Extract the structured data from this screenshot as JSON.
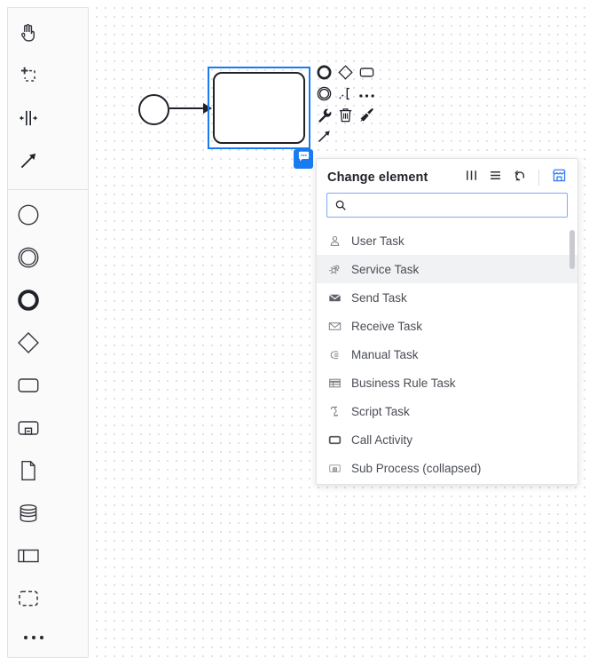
{
  "palette": {
    "name": "bpmn-palette",
    "tools": [
      {
        "label": "Activate the hand tool",
        "icon": "hand-tool-icon"
      },
      {
        "label": "Activate the lasso tool",
        "icon": "lasso-tool-icon"
      },
      {
        "label": "Activate the create/remove space tool",
        "icon": "space-tool-icon"
      },
      {
        "label": "Activate the global connect tool",
        "icon": "connect-tool-icon"
      }
    ],
    "elements": [
      {
        "label": "Create StartEvent",
        "icon": "start-event-icon"
      },
      {
        "label": "Create Intermediate/Boundary Event",
        "icon": "intermediate-event-icon"
      },
      {
        "label": "Create EndEvent",
        "icon": "end-event-icon"
      },
      {
        "label": "Create Gateway",
        "icon": "gateway-icon"
      },
      {
        "label": "Create Task",
        "icon": "task-icon"
      },
      {
        "label": "Create expanded SubProcess",
        "icon": "subprocess-expanded-icon"
      },
      {
        "label": "Create DataObjectReference",
        "icon": "data-object-icon"
      },
      {
        "label": "Create DataStoreReference",
        "icon": "data-store-icon"
      },
      {
        "label": "Create Pool/Participant",
        "icon": "participant-icon"
      },
      {
        "label": "Create Group",
        "icon": "group-icon"
      }
    ],
    "more_label": "More tools",
    "more_icon": "ellipsis-icon"
  },
  "canvas": {
    "start_event": {
      "label": "Start Event",
      "icon": "start-event-shape"
    },
    "sequence_flow": {
      "label": "Sequence Flow",
      "icon": "sequence-flow-arrow"
    },
    "task": {
      "label": "Task",
      "icon": "task-shape",
      "selected": true
    },
    "comment_badge": {
      "label": "Comments",
      "icon": "comment-icon"
    }
  },
  "context_pad": {
    "actions": [
      {
        "label": "Append EndEvent",
        "icon": "end-event-icon"
      },
      {
        "label": "Append Gateway",
        "icon": "gateway-icon"
      },
      {
        "label": "Append Task",
        "icon": "task-icon"
      },
      {
        "label": "Append Intermediate/Boundary Event",
        "icon": "intermediate-event-icon"
      },
      {
        "label": "Append TextAnnotation",
        "icon": "text-annotation-icon"
      },
      {
        "label": "More append options",
        "icon": "ellipsis-icon"
      },
      {
        "label": "Change element",
        "icon": "wrench-icon"
      },
      {
        "label": "Remove",
        "icon": "trash-icon"
      },
      {
        "label": "Set color",
        "icon": "paintbrush-icon"
      },
      {
        "label": "Connect",
        "icon": "connect-arrow-icon"
      }
    ]
  },
  "popup": {
    "title": "Change element",
    "header_actions": [
      {
        "label": "Toggle columns view",
        "icon": "columns-icon"
      },
      {
        "label": "Toggle list view",
        "icon": "list-icon"
      },
      {
        "label": "Undo",
        "icon": "undo-icon"
      },
      {
        "label": "Marketplace",
        "icon": "marketplace-icon",
        "color": "#3a7ef0"
      }
    ],
    "search": {
      "value": "",
      "placeholder": "",
      "icon": "search-icon"
    },
    "items": [
      {
        "label": "User Task",
        "icon": "user-task-icon",
        "selected": false
      },
      {
        "label": "Service Task",
        "icon": "service-task-icon",
        "selected": true
      },
      {
        "label": "Send Task",
        "icon": "send-task-icon",
        "selected": false
      },
      {
        "label": "Receive Task",
        "icon": "receive-task-icon",
        "selected": false
      },
      {
        "label": "Manual Task",
        "icon": "manual-task-icon",
        "selected": false
      },
      {
        "label": "Business Rule Task",
        "icon": "business-rule-task-icon",
        "selected": false
      },
      {
        "label": "Script Task",
        "icon": "script-task-icon",
        "selected": false
      },
      {
        "label": "Call Activity",
        "icon": "call-activity-icon",
        "selected": false
      },
      {
        "label": "Sub Process (collapsed)",
        "icon": "sub-process-collapsed-icon",
        "selected": false
      }
    ]
  },
  "colors": {
    "accent": "#1a7bf0",
    "marketplace": "#3a7ef0",
    "stroke": "#1f2229",
    "selected_row": "#f1f2f3"
  }
}
